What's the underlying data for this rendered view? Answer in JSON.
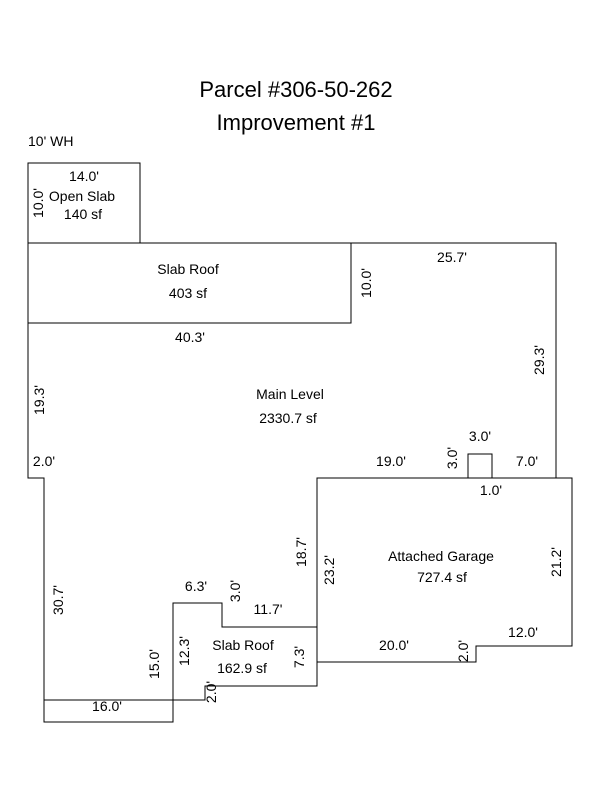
{
  "header": {
    "parcel": "Parcel #306-50-262",
    "improvement": "Improvement #1",
    "wall_height": "10' WH"
  },
  "areas": {
    "open_slab": {
      "name": "Open Slab",
      "area": "140 sf"
    },
    "slab_roof_top": {
      "name": "Slab Roof",
      "area": "403 sf"
    },
    "main_level": {
      "name": "Main Level",
      "area": "2330.7 sf"
    },
    "attached_garage": {
      "name": "Attached Garage",
      "area": "727.4 sf"
    },
    "slab_roof_bottom": {
      "name": "Slab Roof",
      "area": "162.9 sf"
    }
  },
  "dimensions": {
    "open_slab_width": "14.0'",
    "open_slab_height": "10.0'",
    "top_right_width": "25.7'",
    "slab_roof_height": "10.0'",
    "slab_roof_width": "40.3'",
    "right_side": "29.3'",
    "left_upper": "19.3'",
    "left_step": "2.0'",
    "main_seg_19": "19.0'",
    "notch_side": "3.0'",
    "notch_top": "3.0'",
    "notch_right": "7.0'",
    "notch_bottom": "1.0'",
    "garage_left_outer": "18.7'",
    "garage_left_inner": "23.2'",
    "garage_right": "21.2'",
    "left_lower": "30.7'",
    "step_top": "6.3'",
    "step_side": "3.0'",
    "seg_11_7": "11.7'",
    "bottom_roof_side": "15.0'",
    "bottom_roof_left": "12.3'",
    "bottom_roof_right": "7.3'",
    "bottom_roof_step": "2.0'",
    "garage_bottom": "20.0'",
    "garage_step": "2.0'",
    "garage_bottom_right": "12.0'",
    "bottom_width": "16.0'"
  }
}
